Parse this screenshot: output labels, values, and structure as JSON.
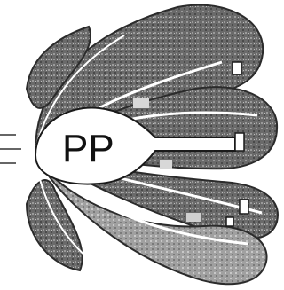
{
  "diagram": {
    "center_label": "PP",
    "colors": {
      "background": "#ffffff",
      "lobe_dark": "#5e5e5e",
      "lobe_mid": "#7c7c7c",
      "lobe_light": "#a8a8a8",
      "lobe_outline": "#2b2b2b",
      "membrane": "#ffffff",
      "label": "#111111"
    },
    "structures": {
      "lobes": 5,
      "distal_nodes": 4
    }
  }
}
